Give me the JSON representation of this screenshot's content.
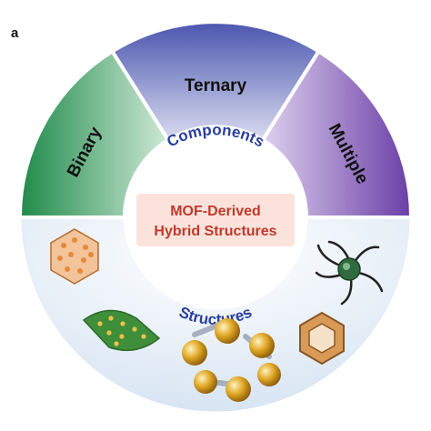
{
  "panel_label": "a",
  "segments": {
    "binary": "Binary",
    "ternary": "Ternary",
    "multiple": "Multiple"
  },
  "ring_labels": {
    "components": "Components",
    "structures": "Structures"
  },
  "center": {
    "line1": "MOF-Derived",
    "line2": "Hybrid Structures"
  },
  "colors": {
    "binary": "#3a9a5a",
    "ternary": "#5560b8",
    "multiple": "#7b4fb0",
    "structures_bg": "#dfe9f5",
    "arc_text": "#2a3f9e",
    "center_text": "#c0392b",
    "center_box": "#fbe3dc"
  }
}
